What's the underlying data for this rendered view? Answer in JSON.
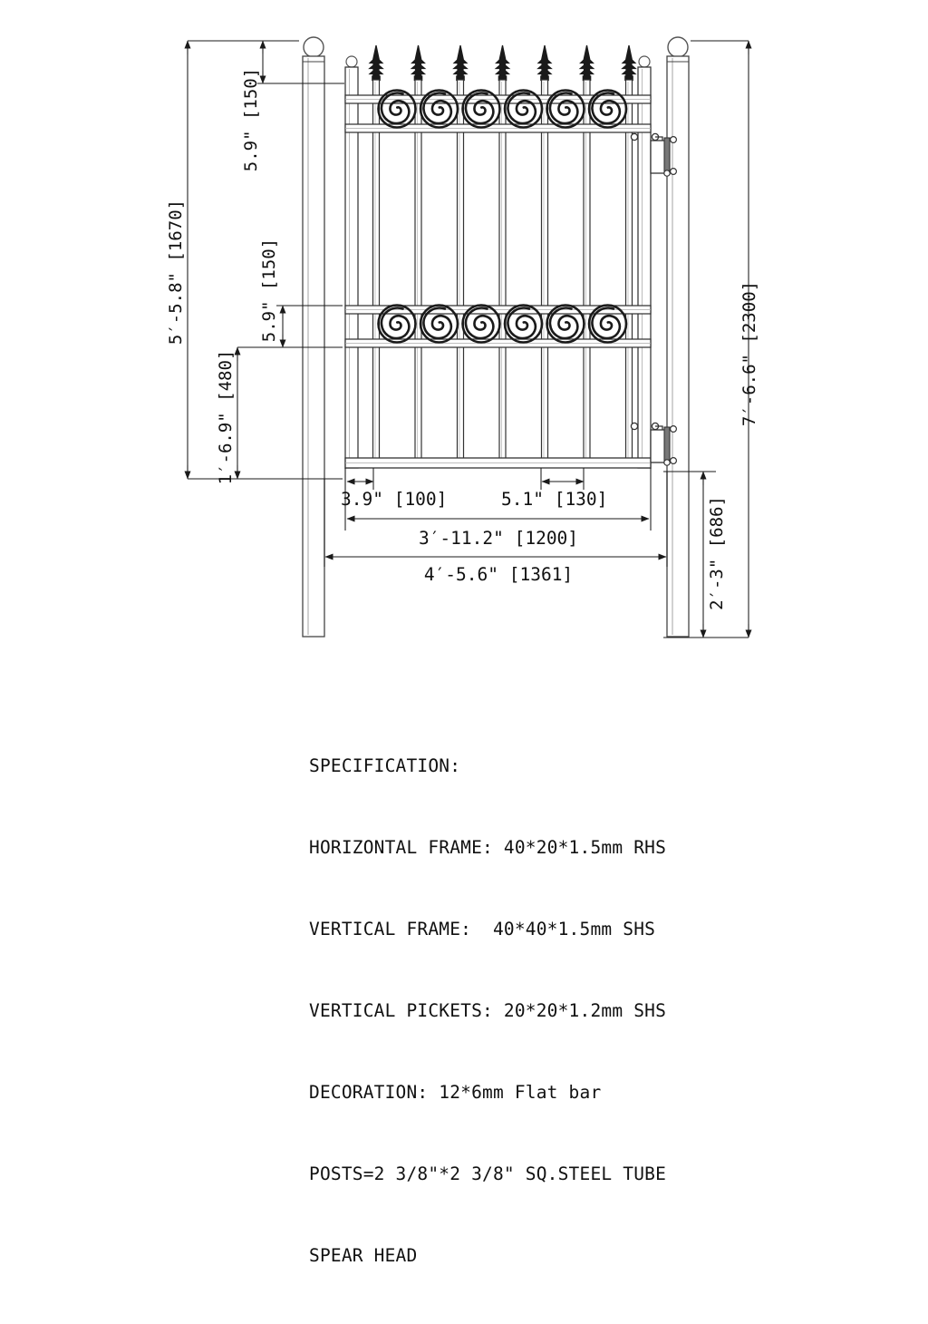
{
  "drawing": {
    "title": "Steel Fence Gate Technical Drawing",
    "line_color": "#1a1a1a",
    "background": "#ffffff"
  },
  "dimensions": {
    "overall_gate_height": "5'-5.8\" [1670]",
    "top_gap": "5.9\" [150]",
    "upper_band_height": "5.9\" [150]",
    "lower_band_height": "5.9\" [150]",
    "lower_section_height": "1'-6.9\" [480]",
    "post_total_height": "7'-6.6\" [2300]",
    "post_buried_depth": "2'-3\" [686]",
    "picket_edge_offset": "3.9\" [100]",
    "picket_spacing": "5.1\" [130]",
    "gate_leaf_width": "3'-11.2\" [1200]",
    "overall_width": "4'-5.6\" [1361]"
  },
  "specification": {
    "heading": "SPECIFICATION:",
    "lines": [
      "HORIZONTAL FRAME: 40*20*1.5mm RHS",
      "VERTICAL FRAME:  40*40*1.5mm SHS",
      "VERTICAL PICKETS: 20*20*1.2mm SHS",
      "DECORATION: 12*6mm Flat bar",
      "POSTS=2 3/8\"*2 3/8\" SQ.STEEL TUBE",
      "SPEAR HEAD"
    ]
  },
  "gate": {
    "picket_count": 7,
    "scroll_count_upper": 6,
    "scroll_count_lower": 6,
    "post_count": 2,
    "hinge_count": 2,
    "post_cap": "ball-cap",
    "picket_top": "spear-head"
  }
}
